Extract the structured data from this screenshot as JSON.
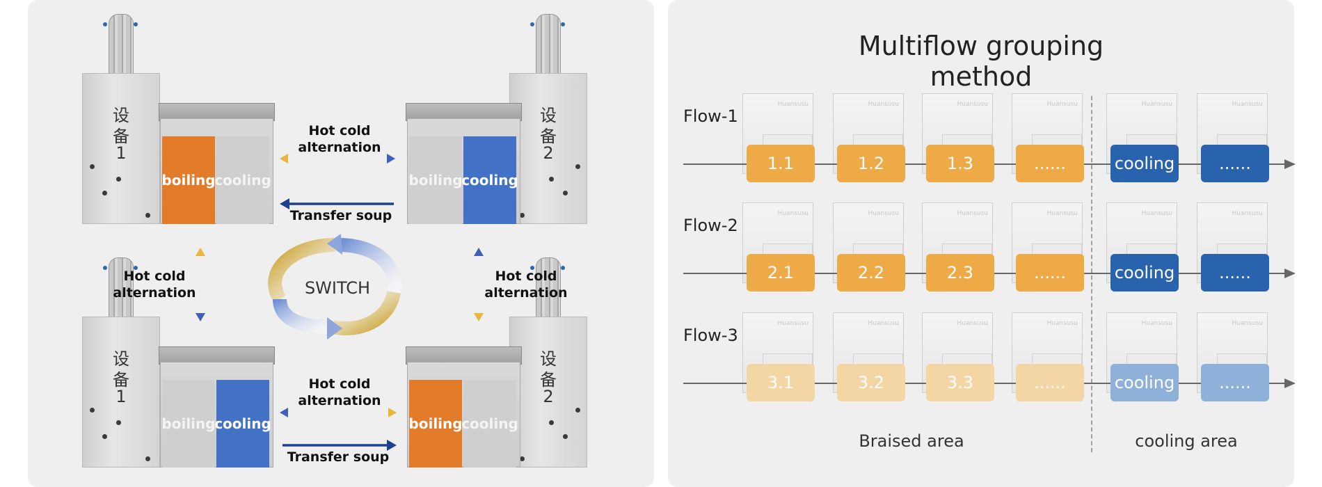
{
  "left": {
    "machines": [
      {
        "id": "device-1-top",
        "chars": [
          "设",
          "备",
          "1"
        ],
        "compartments": [
          {
            "label": "boiling",
            "state": "orange"
          },
          {
            "label": "cooling",
            "state": "gray"
          }
        ]
      },
      {
        "id": "device-2-top",
        "chars": [
          "设",
          "备",
          "2"
        ],
        "compartments": [
          {
            "label": "boiling",
            "state": "gray"
          },
          {
            "label": "cooling",
            "state": "blue"
          }
        ]
      },
      {
        "id": "device-1-bottom",
        "chars": [
          "设",
          "备",
          "1"
        ],
        "compartments": [
          {
            "label": "boiling",
            "state": "gray"
          },
          {
            "label": "cooling",
            "state": "blue"
          }
        ]
      },
      {
        "id": "device-2-bottom",
        "chars": [
          "设",
          "备",
          "2"
        ],
        "compartments": [
          {
            "label": "boiling",
            "state": "orange"
          },
          {
            "label": "cooling",
            "state": "gray"
          }
        ]
      }
    ],
    "labels": {
      "hot_cold_top": "Hot cold\nalternation",
      "transfer_top": "Transfer soup",
      "hot_cold_left": "Hot cold\nalternation",
      "hot_cold_right": "Hot cold\nalternation",
      "hot_cold_bottom": "Hot cold\nalternation",
      "transfer_bottom": "Transfer soup",
      "switch": "SWITCH"
    },
    "colors": {
      "orange": "#e37c2a",
      "blue": "#4371c5",
      "navy": "#1f3f8f",
      "gold": "#e9b53a"
    }
  },
  "right": {
    "title": "Multiflow grouping method",
    "flows": [
      {
        "label": "Flow-1",
        "cells": [
          "1.1",
          "1.2",
          "1.3",
          "......",
          "cooling",
          "......"
        ]
      },
      {
        "label": "Flow-2",
        "cells": [
          "2.1",
          "2.2",
          "2.3",
          "......",
          "cooling",
          "......"
        ]
      },
      {
        "label": "Flow-3",
        "cells": [
          "3.1",
          "3.2",
          "3.3",
          "......",
          "cooling",
          "......"
        ]
      }
    ],
    "ghost_brand": "Huansusu",
    "areas": {
      "braised": "Braised area",
      "cooling": "cooling area"
    },
    "colors": {
      "orange": "#eeaa47",
      "blue": "#2a63ad",
      "orange_faded": "#f3d6a4",
      "blue_faded": "#8fb0d8"
    }
  }
}
